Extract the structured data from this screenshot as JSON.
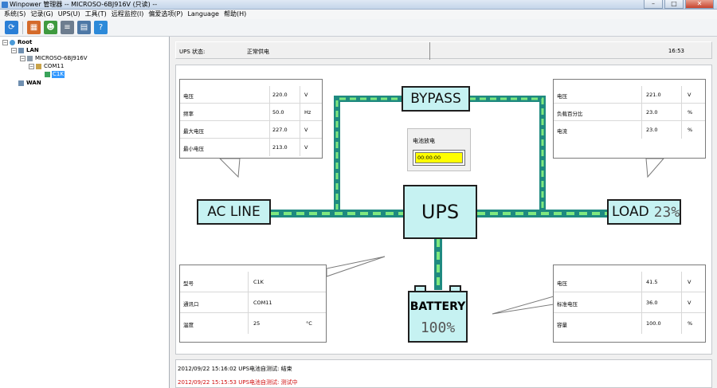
{
  "window": {
    "title": "Winpower 管理器 -- MICROSO-6BJ916V (只读) --",
    "min_label": "–",
    "max_label": "□",
    "close_label": "✕"
  },
  "menu": [
    "系统(S)",
    "记录(G)",
    "UPS(U)",
    "工具(T)",
    "远程监控(I)",
    "偏爱选项(P)",
    "Language",
    "帮助(H)"
  ],
  "toolbar": {
    "buttons": [
      {
        "name": "refresh-icon",
        "color": "#2a7fd6",
        "glyph": "⟳"
      },
      {
        "name": "calendar-icon",
        "color": "#d46a2a",
        "glyph": "▦"
      },
      {
        "name": "users-icon",
        "color": "#3f9a3f",
        "glyph": "☻"
      },
      {
        "name": "list-icon",
        "color": "#6d7d8f",
        "glyph": "≡"
      },
      {
        "name": "grid-icon",
        "color": "#4d78a6",
        "glyph": "▤"
      },
      {
        "name": "help-icon",
        "color": "#2d8ad9",
        "glyph": "?"
      }
    ]
  },
  "tree": {
    "root": "Root",
    "lan": "LAN",
    "host": "MICROSO-6BJ916V",
    "port": "COM11",
    "device": "C1K",
    "wan": "WAN"
  },
  "status": {
    "label": "UPS 状态:",
    "value": "正常供电",
    "time": "16:53"
  },
  "input_info": [
    {
      "label": "电压",
      "value": "220.0",
      "unit": "V"
    },
    {
      "label": "频率",
      "value": "50.0",
      "unit": "Hz"
    },
    {
      "label": "最大电压",
      "value": "227.0",
      "unit": "V"
    },
    {
      "label": "最小电压",
      "value": "213.0",
      "unit": "V"
    }
  ],
  "output_info": [
    {
      "label": "电压",
      "value": "221.0",
      "unit": "V"
    },
    {
      "label": "负载百分比",
      "value": "23.0",
      "unit": "%"
    },
    {
      "label": "电流",
      "value": "23.0",
      "unit": "%"
    }
  ],
  "ups_info": [
    {
      "label": "型号",
      "value": "C1K",
      "unit": ""
    },
    {
      "label": "通讯口",
      "value": "COM11",
      "unit": ""
    },
    {
      "label": "温度",
      "value": "25",
      "unit": "°C"
    }
  ],
  "battery_info": [
    {
      "label": "电压",
      "value": "41.5",
      "unit": "V"
    },
    {
      "label": "标准电压",
      "value": "36.0",
      "unit": "V"
    },
    {
      "label": "容量",
      "value": "100.0",
      "unit": "%"
    }
  ],
  "battery_discharge": {
    "label": "电池放电",
    "time": "00:00:00"
  },
  "devices": {
    "bypass": "BYPASS",
    "acline": "AC LINE",
    "ups": "UPS",
    "load": "LOAD",
    "load_percent": "23%",
    "battery": "BATTERY",
    "battery_percent": "100%"
  },
  "colors": {
    "line_dark": "#1f8a80",
    "line_light": "#7fe87f",
    "box_fill": "#c6f2f2",
    "discharge_bar": "#ffff00"
  },
  "log": [
    {
      "text": "2012/09/22 15:16:02  UPS电池自测试: 结束",
      "color": "#000000"
    },
    {
      "text": "2012/09/22 15:15:53  UPS电池自测试: 测试中",
      "color": "#d01010"
    }
  ]
}
